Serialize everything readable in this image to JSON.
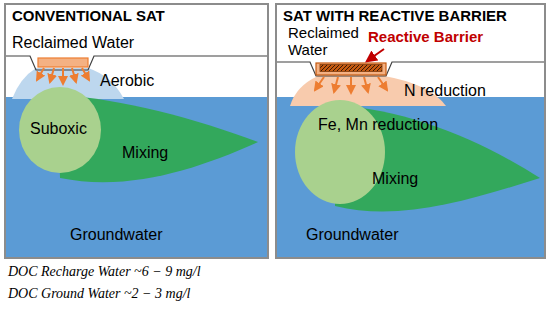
{
  "diagram": {
    "nodes": [
      {
        "text": [
          "CONVENTIONAL SAT"
        ]
      },
      {
        "text": [
          "Aerobic"
        ],
        "in": 0
      },
      {
        "text": [
          "Suboxic"
        ],
        "in": 0
      },
      {
        "text": [
          "Mixing"
        ],
        "in": 0
      },
      {
        "text": [
          "Groundwater"
        ],
        "in": 0
      },
      {
        "text": [
          "SAT WITH REACTIVE BARRIER"
        ]
      },
      {
        "text": [
          "N reduction"
        ],
        "in": 5
      },
      {
        "text": [
          "Fe, Mn reduction"
        ],
        "in": 5
      },
      {
        "text": [
          "Mixing"
        ],
        "in": 5
      },
      {
        "text": [
          "Groundwater"
        ],
        "in": 5
      }
    ],
    "labels": [
      "Reclaimed Water",
      "Reclaimed Water",
      "Reactive Barrier",
      "DOC Recharge Water ~6 − 9 mg/l",
      "DOC Ground Water ~2 − 3 mg/l"
    ]
  }
}
